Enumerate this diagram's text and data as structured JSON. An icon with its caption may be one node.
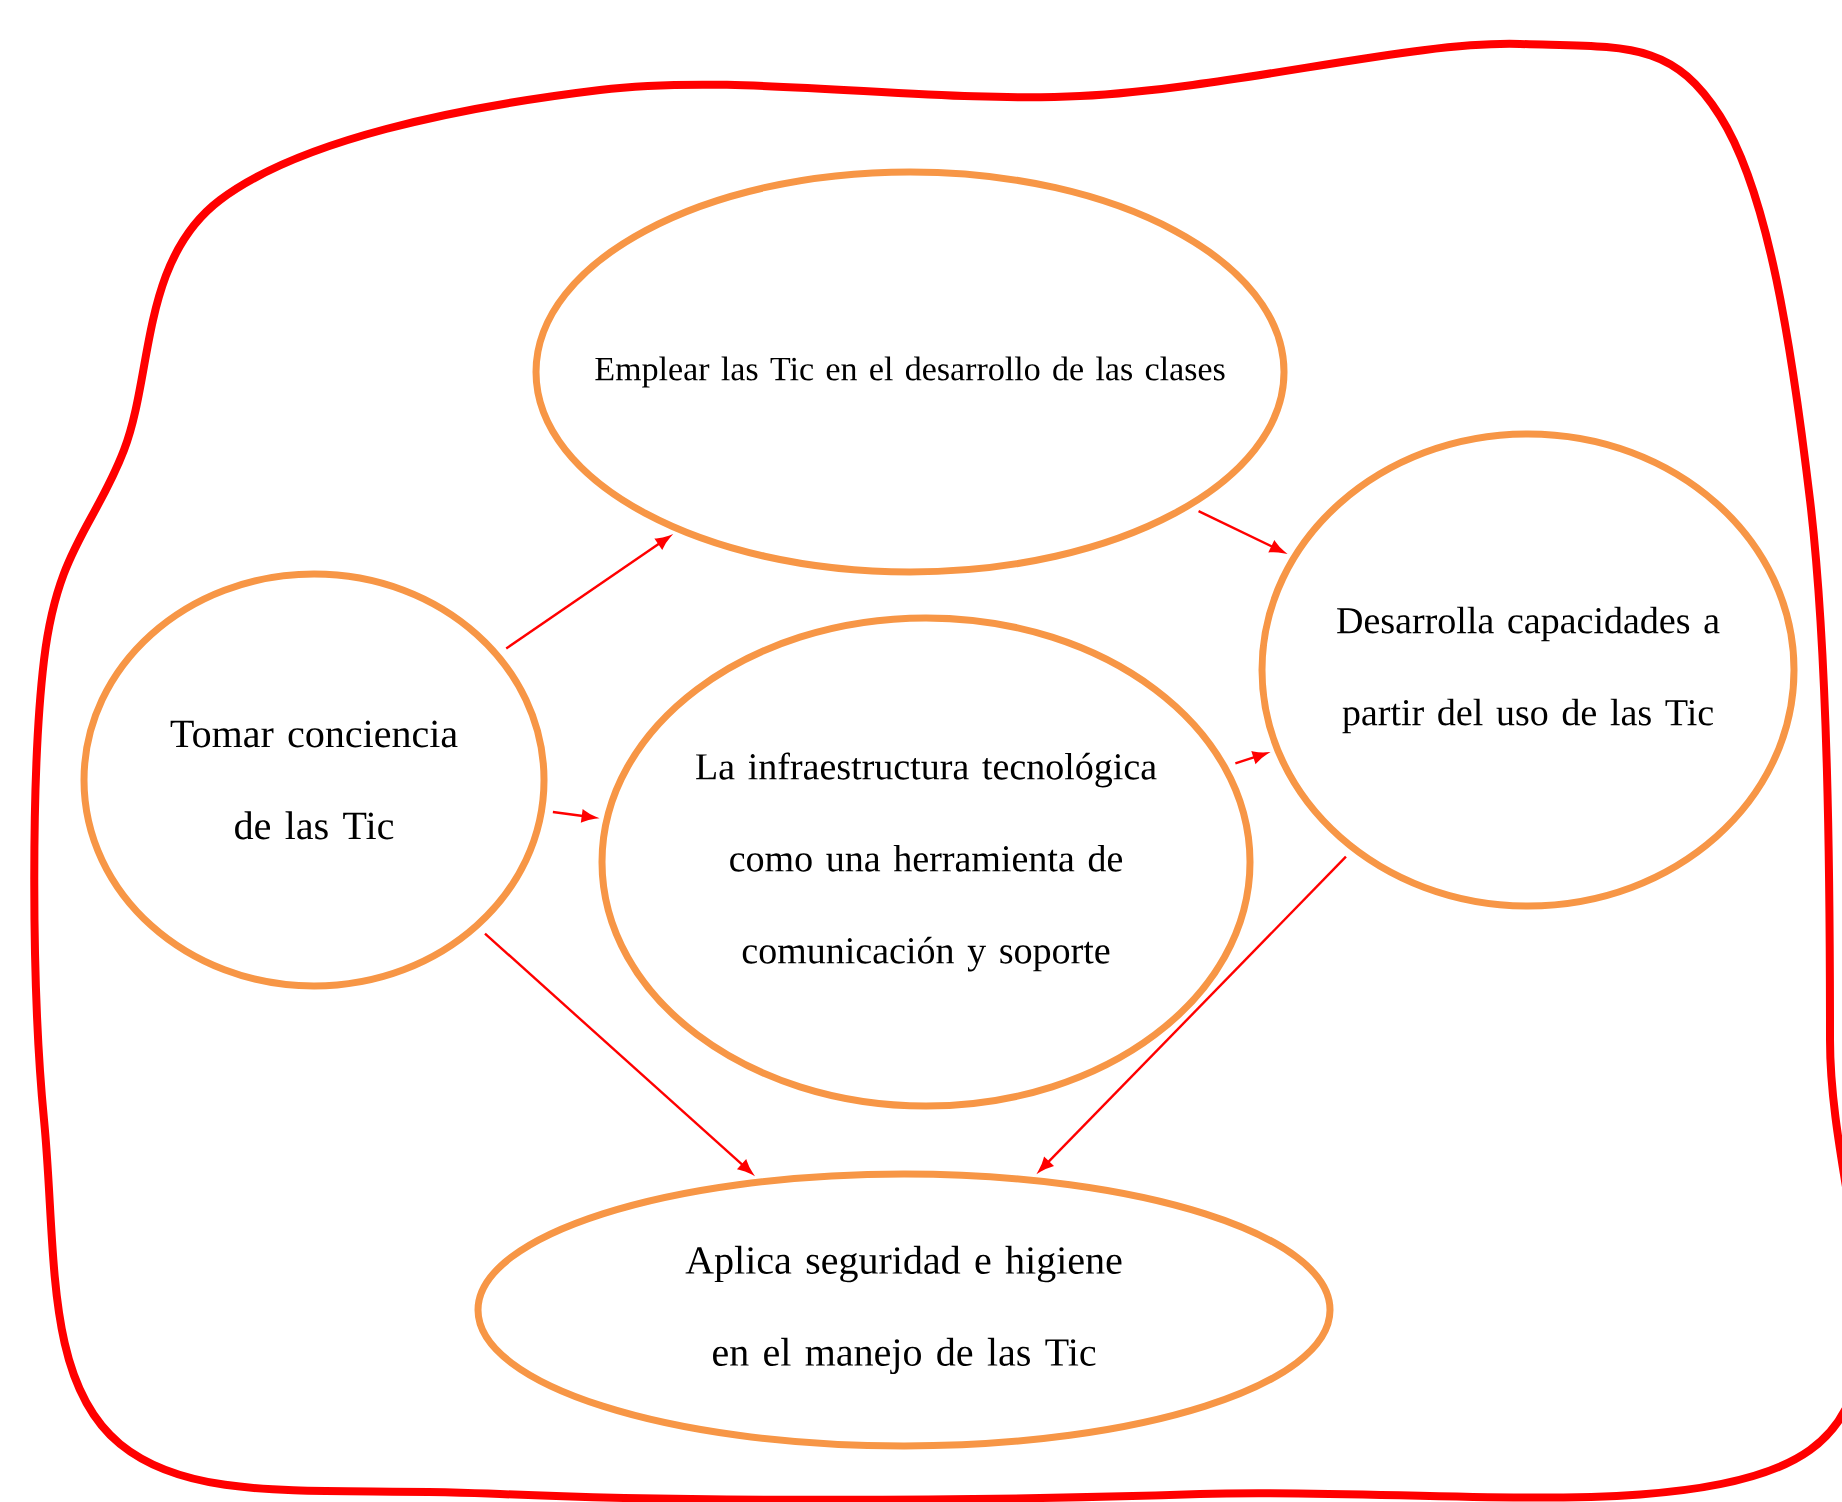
{
  "diagram": {
    "nodes": [
      {
        "text": [
          "Tomar conciencia de las Tic"
        ]
      },
      {
        "text": [
          "Emplear las Tic en el desarrollo de las clases"
        ]
      },
      {
        "text": [
          "La infraestructura tecnológica como una herramienta de comunicación y soporte"
        ]
      },
      {
        "text": [
          "Desarrolla capacidades a partir del uso de las Tic"
        ]
      },
      {
        "text": [
          "Aplica seguridad e higiene en el manejo de las Tic"
        ]
      }
    ],
    "edges": [
      {
        "from": 0,
        "to": 1,
        "arrow": "to"
      },
      {
        "from": 0,
        "to": 2,
        "arrow": "to"
      },
      {
        "from": 0,
        "to": 4,
        "arrow": "to"
      },
      {
        "from": 1,
        "to": 3,
        "arrow": "to"
      },
      {
        "from": 2,
        "to": 3,
        "arrow": "to"
      },
      {
        "from": 3,
        "to": 4,
        "arrow": "to"
      }
    ]
  }
}
